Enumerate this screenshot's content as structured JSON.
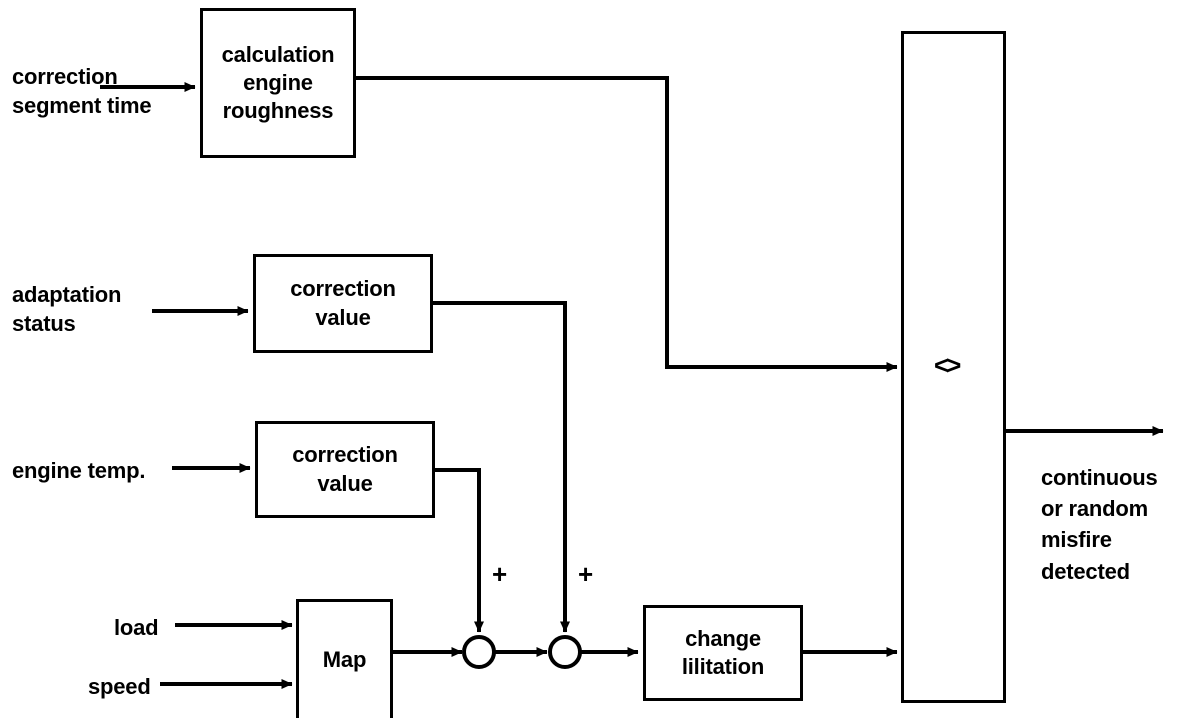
{
  "diagram": {
    "title": "misfire detection block diagram",
    "stroke_color": "#000000",
    "background_color": "#ffffff",
    "inputs": [
      {
        "name": "correction-segment-time",
        "lines": [
          "correction",
          "segment time"
        ]
      },
      {
        "name": "adaptation-status",
        "lines": [
          "adaptation",
          "status"
        ]
      },
      {
        "name": "engine-temp",
        "lines": [
          "engine temp."
        ]
      },
      {
        "name": "load",
        "lines": [
          "load"
        ]
      },
      {
        "name": "speed",
        "lines": [
          "speed"
        ]
      }
    ],
    "blocks": [
      {
        "name": "calculation-engine-roughness",
        "lines": [
          "calculation",
          "engine",
          "roughness"
        ]
      },
      {
        "name": "correction-value-adaptation",
        "lines": [
          "correction",
          "value"
        ]
      },
      {
        "name": "correction-value-temperature",
        "lines": [
          "correction",
          "value"
        ]
      },
      {
        "name": "map",
        "lines": [
          "Map"
        ]
      },
      {
        "name": "change-limitation",
        "lines": [
          "change",
          "lilitation"
        ]
      },
      {
        "name": "comparator",
        "lines": [
          "<>"
        ]
      }
    ],
    "sum_junctions": [
      {
        "name": "sum-junction-1",
        "sign": "+"
      },
      {
        "name": "sum-junction-2",
        "sign": "+"
      }
    ],
    "output": {
      "name": "misfire-output",
      "lines": [
        "continuous",
        "or random",
        "misfire",
        "detected"
      ]
    }
  }
}
